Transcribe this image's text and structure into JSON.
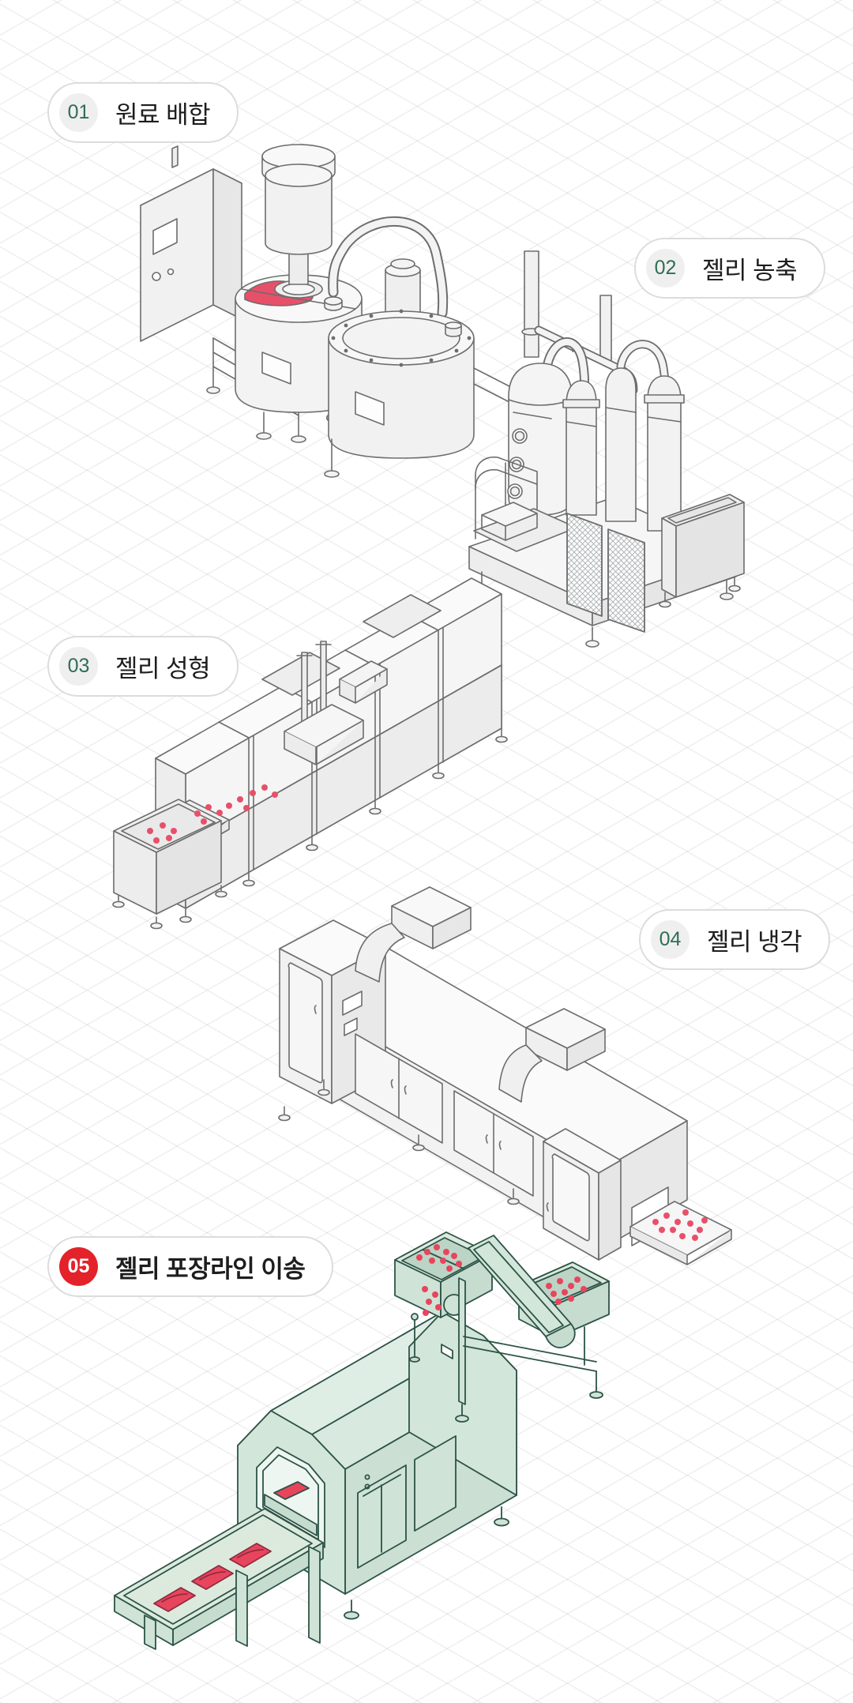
{
  "colors": {
    "background": "#ffffff",
    "grid_line": "#e9e9e9",
    "pill_border": "#dcdcdc",
    "pill_background": "#ffffff",
    "step_number_green": "#2e6e55",
    "step_badge_gray": "#efefef",
    "step_badge_red": "#e3222a",
    "step_badge_red_text": "#ffffff",
    "label_text": "#1e1e1e",
    "machine_outline_gray": "#6d6d6d",
    "machine_fill_gray": "#f3f3f3",
    "jelly_red": "#e8506a",
    "pouch_red": "#e8455c",
    "highlight_machine_fill": "#cfe2d7",
    "highlight_machine_outline": "#2d5347"
  },
  "steps": [
    {
      "number": "01",
      "label": "원료 배합",
      "machine_icon": "mixing-tanks-illustration",
      "highlighted": false
    },
    {
      "number": "02",
      "label": "젤리 농축",
      "machine_icon": "concentration-columns-illustration",
      "highlighted": false
    },
    {
      "number": "03",
      "label": "젤리 성형",
      "machine_icon": "forming-line-illustration",
      "highlighted": false
    },
    {
      "number": "04",
      "label": "젤리 냉각",
      "machine_icon": "cooling-tunnel-illustration",
      "highlighted": false
    },
    {
      "number": "05",
      "label": "젤리 포장라인 이송",
      "machine_icon": "packaging-line-illustration",
      "highlighted": true
    }
  ]
}
